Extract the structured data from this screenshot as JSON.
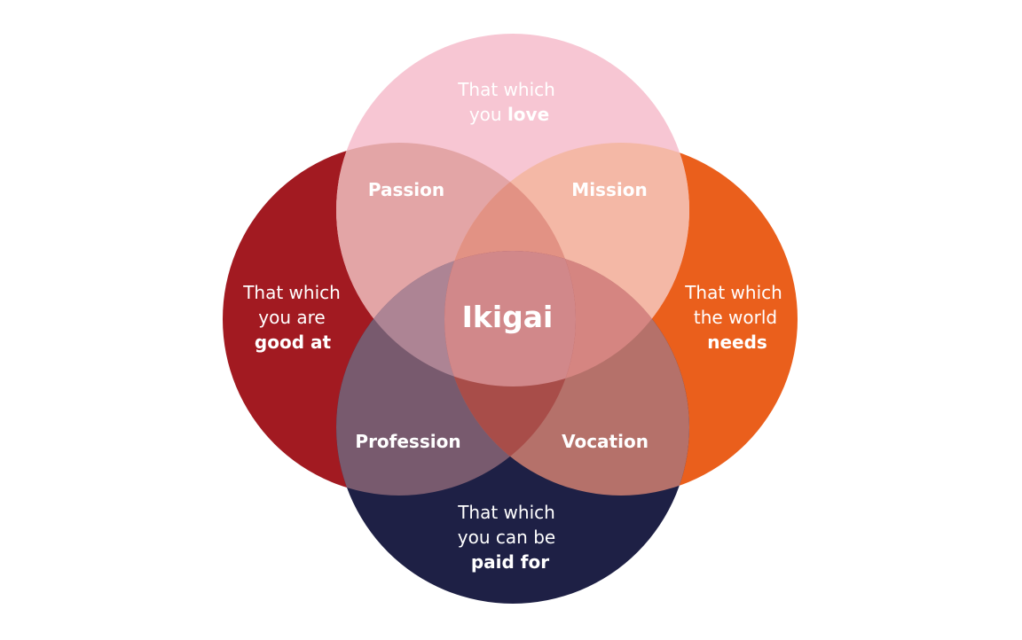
{
  "circles": {
    "love": {
      "line1": "That which",
      "line2_prefix": "you ",
      "line2_bold": "love",
      "color": "#f7c6d3"
    },
    "good_at": {
      "line1": "That which",
      "line2": "you are",
      "line3_bold": "good at",
      "color": "#a21a21"
    },
    "world_needs": {
      "line1": "That which",
      "line2": "the world",
      "line3_bold": "needs",
      "color": "#ea5f1c"
    },
    "paid_for": {
      "line1": "That which",
      "line2": "you can be",
      "line3_bold": "paid for",
      "color": "#1e2045"
    }
  },
  "intersections": {
    "passion": "Passion",
    "mission": "Mission",
    "profession": "Profession",
    "vocation": "Vocation"
  },
  "center": {
    "label": "Ikigai"
  },
  "overlap_colors": {
    "passion": "#e3a5a6",
    "mission": "#f4b8a6",
    "profession": "#785a6e",
    "vocation": "#b5716a",
    "core_top": "#e29284",
    "core_left": "#ad8494",
    "core_right": "#d58581",
    "core_bottom": "#a84d49",
    "ikigai": "#d1888a"
  }
}
